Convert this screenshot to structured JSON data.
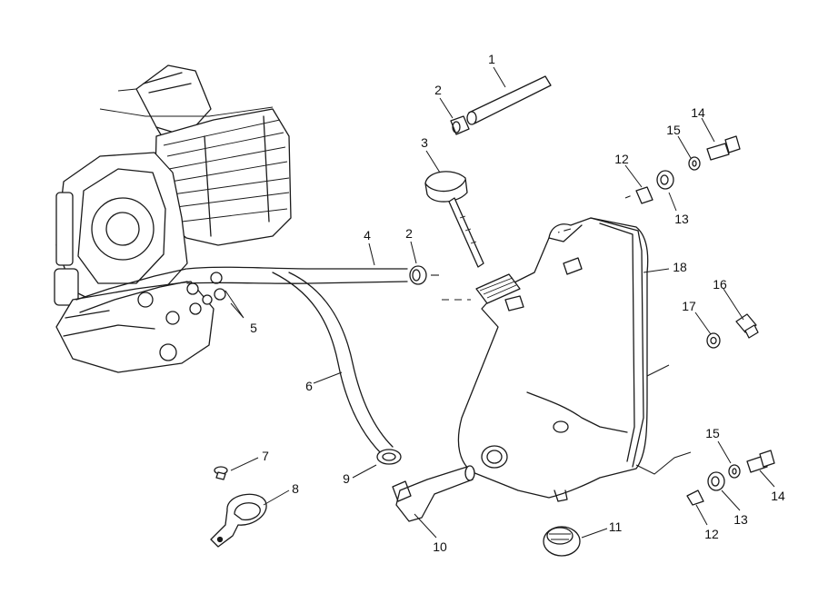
{
  "diagram": {
    "callouts": {
      "c1": "1",
      "c2a": "2",
      "c2b": "2",
      "c3": "3",
      "c4": "4",
      "c5": "5",
      "c6": "6",
      "c7": "7",
      "c8": "8",
      "c9": "9",
      "c10": "10",
      "c11": "11",
      "c12a": "12",
      "c12b": "12",
      "c13a": "13",
      "c13b": "13",
      "c14a": "14",
      "c14b": "14",
      "c15a": "15",
      "c15b": "15",
      "c16": "16",
      "c17": "17",
      "c18": "18"
    }
  }
}
